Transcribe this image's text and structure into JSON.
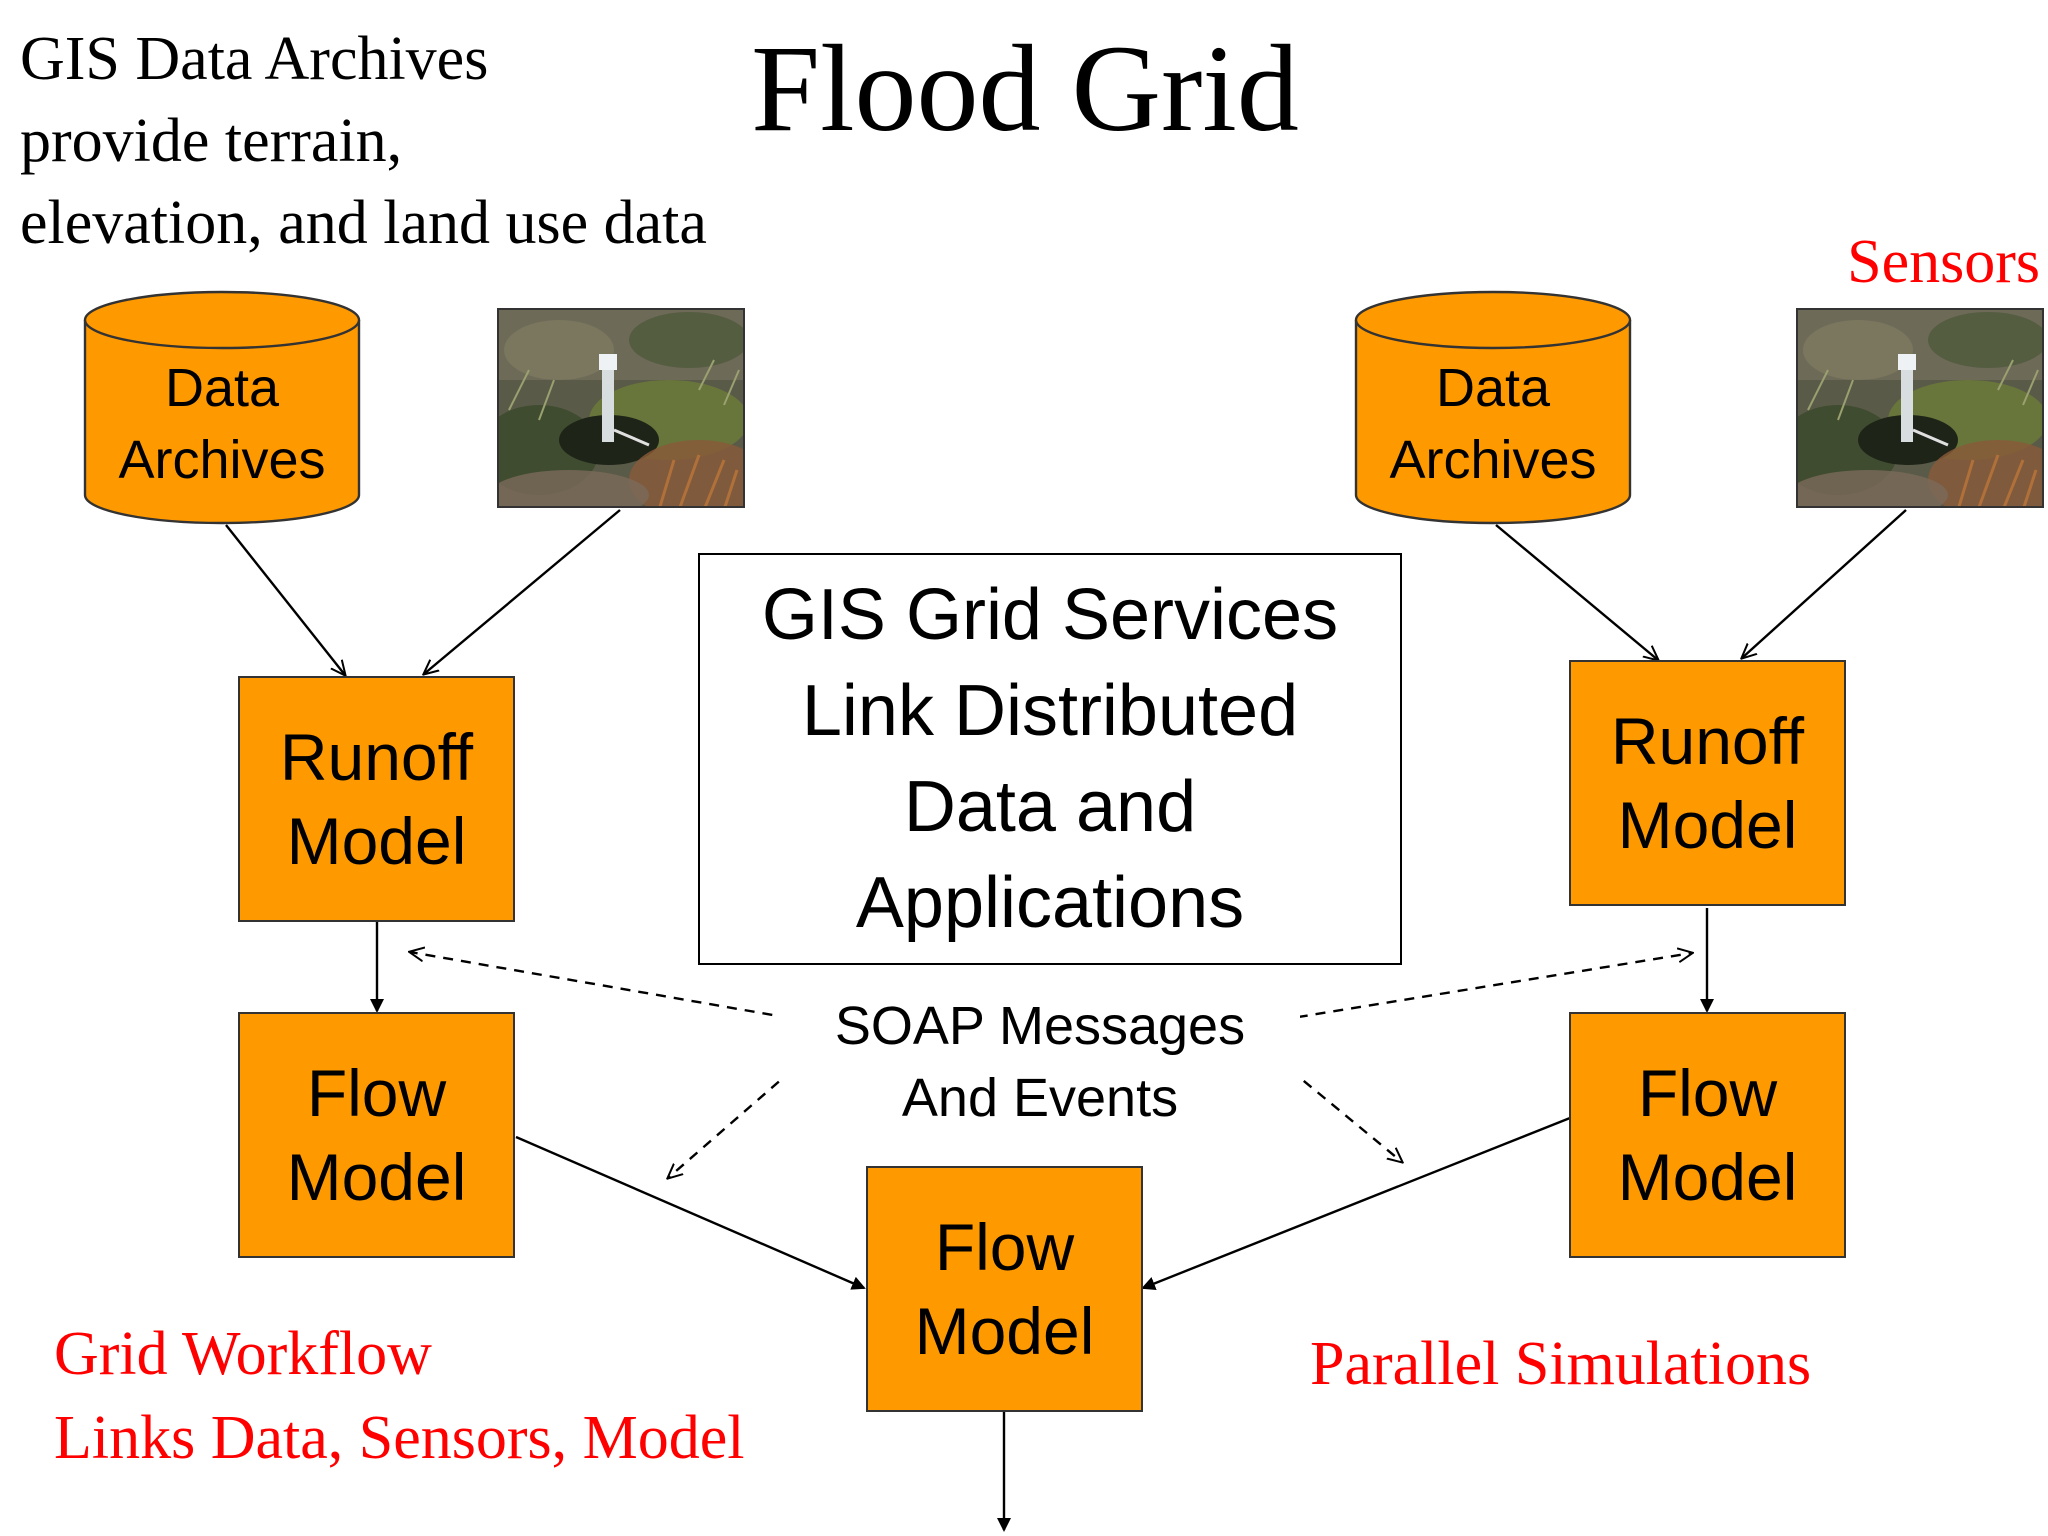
{
  "title": "Flood Grid",
  "top_note": {
    "lines": [
      "GIS Data Archives",
      "provide terrain,",
      "elevation, and land use data"
    ]
  },
  "sensors_label": "Sensors",
  "left_branch": {
    "archive": {
      "line1": "Data",
      "line2": "Archives"
    },
    "runoff": {
      "line1": "Runoff",
      "line2": "Model"
    },
    "flow": {
      "line1": "Flow",
      "line2": "Model"
    }
  },
  "right_branch": {
    "archive": {
      "line1": "Data",
      "line2": "Archives"
    },
    "runoff": {
      "line1": "Runoff",
      "line2": "Model"
    },
    "flow": {
      "line1": "Flow",
      "line2": "Model"
    }
  },
  "center_flow": {
    "line1": "Flow",
    "line2": "Model"
  },
  "gis_box": {
    "lines": [
      "GIS Grid Services",
      "Link Distributed",
      "Data and",
      "Applications"
    ]
  },
  "soap": {
    "line1": "SOAP Messages",
    "line2": "And Events"
  },
  "grid_workflow": {
    "line1": "Grid Workflow",
    "line2": "Links Data, Sensors, Model"
  },
  "parallel": "Parallel Simulations",
  "colors": {
    "box_fill": "#ff9900",
    "highlight_text": "#ff0000"
  }
}
